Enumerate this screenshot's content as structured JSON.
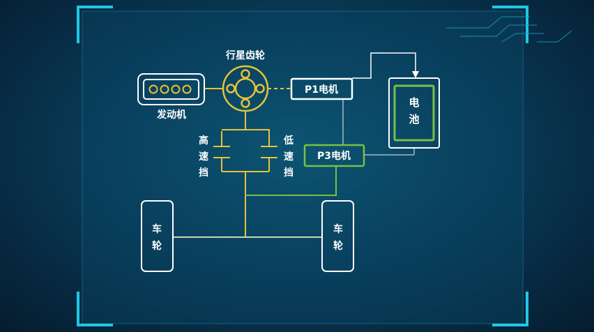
{
  "diagram": {
    "planetary_gear_label": "行星齿轮",
    "engine_label": "发动机",
    "p1_motor_label": "P1电机",
    "p3_motor_label": "P3电机",
    "battery_label_line1": "电",
    "battery_label_line2": "池",
    "high_gear_chars": [
      "高",
      "速",
      "挡"
    ],
    "low_gear_chars": [
      "低",
      "速",
      "挡"
    ],
    "left_wheel_chars": [
      "车",
      "轮"
    ],
    "right_wheel_chars": [
      "车",
      "轮"
    ]
  },
  "colors": {
    "frame_cyan": "#1ec8e6",
    "gear_yellow": "#e8c23a",
    "motor_green": "#7bc043",
    "white": "#ffffff"
  }
}
